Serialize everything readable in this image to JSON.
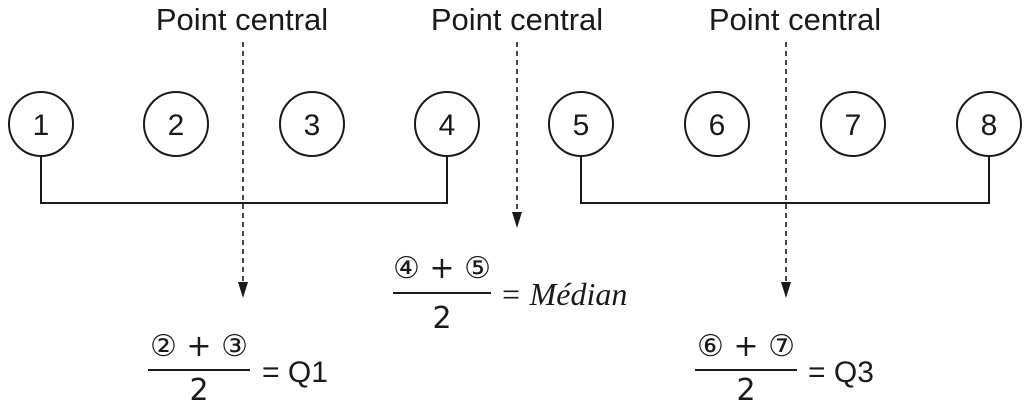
{
  "labels": {
    "central_left": "Point central",
    "central_mid": "Point central",
    "central_right": "Point central"
  },
  "nodes": [
    "1",
    "2",
    "3",
    "4",
    "5",
    "6",
    "7",
    "8"
  ],
  "formulas": {
    "q1": {
      "numerator": "② + ③",
      "denominator": "2",
      "result": "= Q1"
    },
    "median": {
      "numerator": "④ + ⑤",
      "denominator": "2",
      "result": "= Médian"
    },
    "q3": {
      "numerator": "⑥ + ⑦",
      "denominator": "2",
      "result": "= Q3"
    }
  },
  "colors": {
    "ink": "#1a1a1a",
    "background": "#ffffff"
  }
}
